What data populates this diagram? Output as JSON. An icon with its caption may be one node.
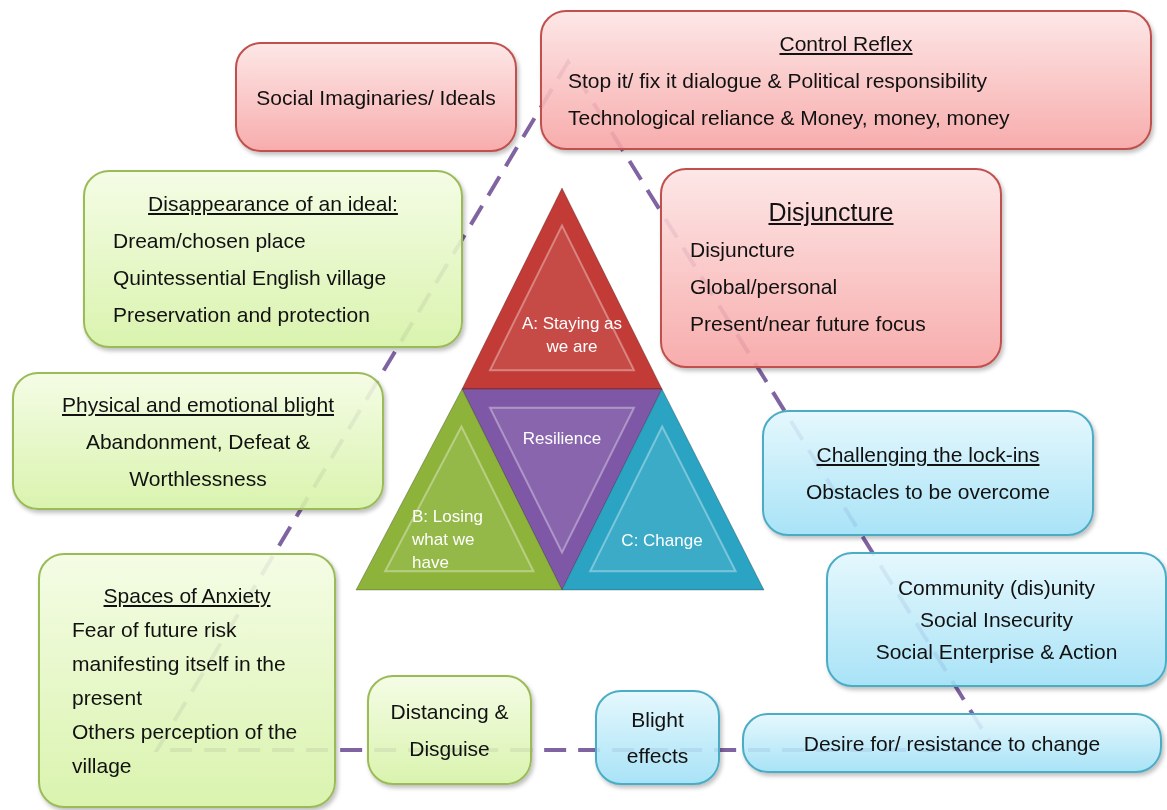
{
  "diagram": {
    "nodes": [
      {
        "text": [
          "Social Imaginaries/ Ideals"
        ]
      },
      {
        "text": [
          "Control Reflex",
          "Stop it/ fix it dialogue & Political responsibility",
          "Technological reliance & Money, money, money"
        ]
      },
      {
        "text": [
          "Disappearance of an ideal:",
          "Dream/chosen place",
          "Quintessential English village",
          "Preservation and protection"
        ]
      },
      {
        "text": [
          "Disjuncture",
          "Disjuncture",
          "Global/personal",
          "Present/near future focus"
        ]
      },
      {
        "text": [
          "A: Staying as we are"
        ]
      },
      {
        "text": [
          "Physical and emotional blight",
          "Abandonment, Defeat & Worthlessness"
        ]
      },
      {
        "text": [
          "Resilience"
        ]
      },
      {
        "text": [
          "Challenging the lock-ins",
          "Obstacles to be overcome"
        ]
      },
      {
        "text": [
          "B: Losing what we have"
        ]
      },
      {
        "text": [
          "C: Change"
        ]
      },
      {
        "text": [
          "Spaces of Anxiety",
          "Fear of future risk manifesting itself in the present",
          "Others perception of the village"
        ]
      },
      {
        "text": [
          "Community (dis)unity",
          "Social Insecurity",
          "Social Enterprise & Action"
        ]
      },
      {
        "text": [
          "Distancing & Disguise"
        ]
      },
      {
        "text": [
          "Blight effects"
        ]
      },
      {
        "text": [
          "Desire for/ resistance to change"
        ]
      }
    ]
  }
}
